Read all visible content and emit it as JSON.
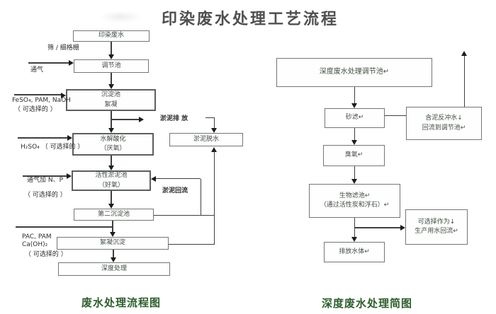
{
  "title": "印染废水处理工艺流程",
  "left_flow": {
    "caption": "废水处理流程图",
    "boxes": {
      "source": "印染废水",
      "regulating": "调节池",
      "sedimentation": "沉淀池\n絮凝",
      "hydrolysis": "水解酸化\n（厌氧）",
      "activated_sludge": "活性淤泥池\n（好氧）",
      "secondary_sedimentation": "第二沉淀池",
      "flocculation": "絮凝沉淀",
      "advanced_treatment": "深度处理",
      "sludge_dewatering": "淤泥脱水"
    },
    "labels": {
      "screen": "筛 / 细格栅",
      "aeration": "通气",
      "feso4": "FeSO₄, PAM, NaOH",
      "optional1": "（ 可选择的 ）",
      "h2so4": "H₂SO₄ （ 可选择的 ）",
      "aeration_np": "通气加 N、P",
      "optional2": "（ 可选择的 ）",
      "pac": "PAC, PAM\nCa(OH)₂",
      "optional3": "（ 可选择的 ）",
      "sludge_discharge": "淤泥排 放",
      "sludge_return": "淤泥回流"
    }
  },
  "right_flow": {
    "caption": "深度废水处理简图",
    "boxes": {
      "regulating": "深度废水处理调节池↵",
      "sand_filter": "砂滤↵",
      "backwash": "含泥反冲水↓\n回流到调节池↵",
      "ozone": "臭氧↵",
      "biofilter": "生物滤池↵\n（通过活性炭和浮石）↵",
      "reuse": "可选择作为↓\n生产用水回流↵",
      "discharge": "排放水体↵"
    }
  },
  "colors": {
    "caption_green": "#2d5e2d",
    "title_gray": "#4f4f4f",
    "line": "#3f3f3f",
    "box_border": "#757575"
  }
}
